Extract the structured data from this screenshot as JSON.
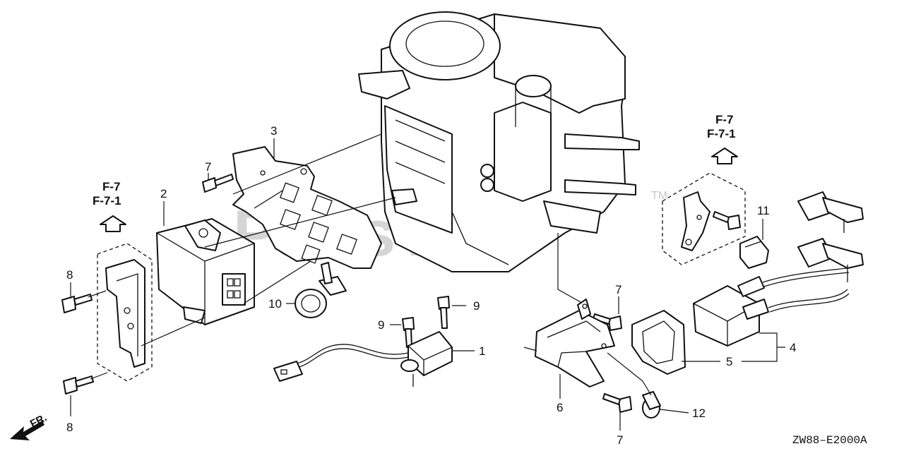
{
  "diagram": {
    "watermark": "PartsTree",
    "watermark_mark": "TM",
    "figure_code": "ZW88–E2000A",
    "direction_label": "FR.",
    "ref_left": {
      "line1": "F-7",
      "line2": "F-7-1"
    },
    "ref_right": {
      "line1": "F-7",
      "line2": "F-7-1"
    },
    "callouts": {
      "c1": "1",
      "c2": "2",
      "c3": "3",
      "c4": "4",
      "c5": "5",
      "c6": "6",
      "c7a": "7",
      "c7b": "7",
      "c7c": "7",
      "c8a": "8",
      "c8b": "8",
      "c9a": "9",
      "c9b": "9",
      "c10": "10",
      "c11": "11",
      "c12": "12"
    },
    "icons": [
      "engine-block",
      "ignition-module",
      "mounting-bracket",
      "sensor",
      "cable-clip",
      "ignition-coil",
      "spark-plug-caps",
      "arrow-up-icon",
      "front-arrow-icon"
    ]
  }
}
